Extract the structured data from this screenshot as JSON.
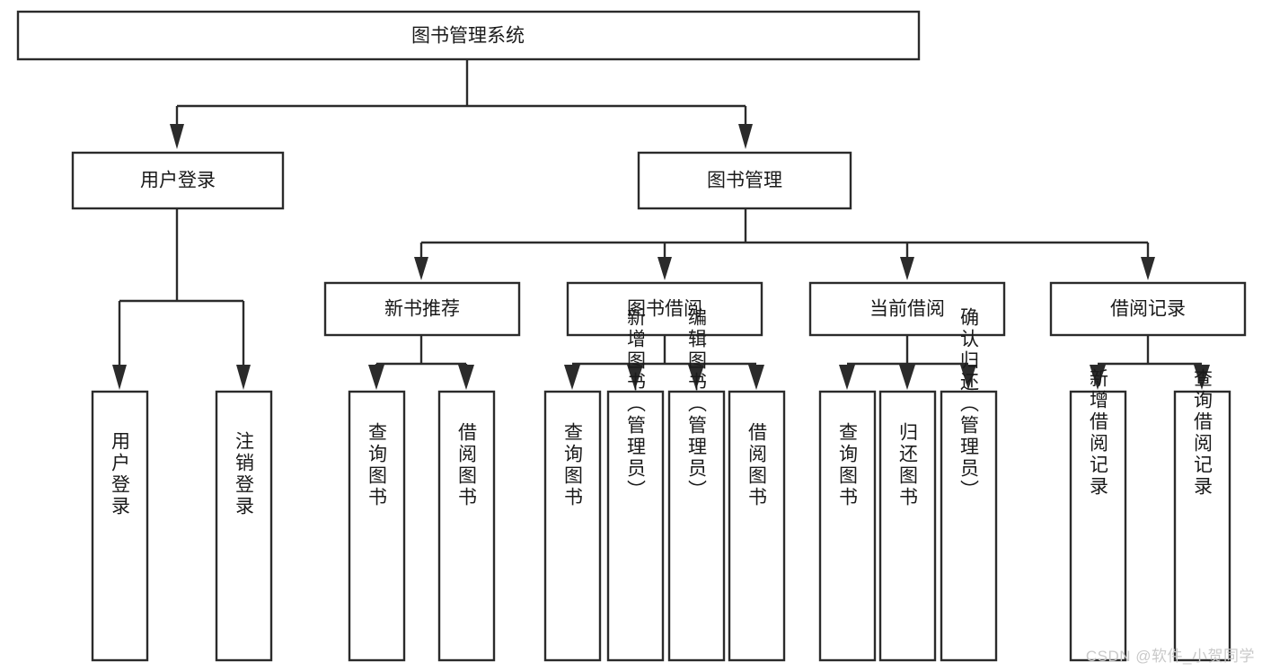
{
  "diagram": {
    "type": "tree-hierarchy",
    "title": "图书管理系统",
    "watermark": "CSDN @软件_小贺同学",
    "colors": {
      "box_fill": "#ffffff",
      "box_stroke": "#2b2b2b",
      "text": "#1a1a1a",
      "background": "#ffffff",
      "watermark": "#c9c9c9"
    },
    "levels": [
      {
        "level": 0,
        "nodes": [
          {
            "id": "root",
            "label": "图书管理系统",
            "orientation": "horizontal"
          }
        ]
      },
      {
        "level": 1,
        "nodes": [
          {
            "id": "user-login",
            "label": "用户登录",
            "orientation": "horizontal",
            "parent": "root"
          },
          {
            "id": "book-manage",
            "label": "图书管理",
            "orientation": "horizontal",
            "parent": "root"
          }
        ]
      },
      {
        "level": 2,
        "nodes": [
          {
            "id": "new-book-recommend",
            "label": "新书推荐",
            "orientation": "horizontal",
            "parent": "book-manage"
          },
          {
            "id": "book-borrow",
            "label": "图书借阅",
            "orientation": "horizontal",
            "parent": "book-manage"
          },
          {
            "id": "current-borrow",
            "label": "当前借阅",
            "orientation": "horizontal",
            "parent": "book-manage"
          },
          {
            "id": "borrow-record",
            "label": "借阅记录",
            "orientation": "horizontal",
            "parent": "book-manage"
          }
        ]
      },
      {
        "level": 3,
        "nodes": [
          {
            "id": "leaf-user-login",
            "label": "用户登录",
            "orientation": "vertical",
            "parent": "user-login"
          },
          {
            "id": "leaf-logout",
            "label": "注销登录",
            "orientation": "vertical",
            "parent": "user-login"
          },
          {
            "id": "leaf-query-book-1",
            "label": "查询图书",
            "orientation": "vertical",
            "parent": "new-book-recommend"
          },
          {
            "id": "leaf-borrow-book-1",
            "label": "借阅图书",
            "orientation": "vertical",
            "parent": "new-book-recommend"
          },
          {
            "id": "leaf-query-book-2",
            "label": "查询图书",
            "orientation": "vertical",
            "parent": "book-borrow"
          },
          {
            "id": "leaf-add-book",
            "label": "新增图书（管理员）",
            "orientation": "vertical",
            "parent": "book-borrow"
          },
          {
            "id": "leaf-edit-book",
            "label": "编辑图书（管理员）",
            "orientation": "vertical",
            "parent": "book-borrow"
          },
          {
            "id": "leaf-borrow-book-2",
            "label": "借阅图书",
            "orientation": "vertical",
            "parent": "book-borrow"
          },
          {
            "id": "leaf-query-book-3",
            "label": "查询图书",
            "orientation": "vertical",
            "parent": "current-borrow"
          },
          {
            "id": "leaf-return-book",
            "label": "归还图书",
            "orientation": "vertical",
            "parent": "current-borrow"
          },
          {
            "id": "leaf-confirm-return",
            "label": "确认归还（管理员）",
            "orientation": "vertical",
            "parent": "current-borrow"
          },
          {
            "id": "leaf-add-record",
            "label": "新增借阅记录",
            "orientation": "vertical",
            "parent": "borrow-record"
          },
          {
            "id": "leaf-query-record",
            "label": "查询借阅记录",
            "orientation": "vertical",
            "parent": "borrow-record"
          }
        ]
      }
    ],
    "labels": {
      "root": "图书管理系统",
      "user_login": "用户登录",
      "book_manage": "图书管理",
      "new_book_recommend": "新书推荐",
      "book_borrow": "图书借阅",
      "current_borrow": "当前借阅",
      "borrow_record": "借阅记录",
      "leaf_user_login": "用户登录",
      "leaf_logout": "注销登录",
      "leaf_query_book_1": "查询图书",
      "leaf_borrow_book_1": "借阅图书",
      "leaf_query_book_2": "查询图书",
      "leaf_add_book": "新增图书（管理员）",
      "leaf_edit_book": "编辑图书（管理员）",
      "leaf_borrow_book_2": "借阅图书",
      "leaf_query_book_3": "查询图书",
      "leaf_return_book": "归还图书",
      "leaf_confirm_return": "确认归还（管理员）",
      "leaf_add_record": "新增借阅记录",
      "leaf_query_record": "查询借阅记录"
    }
  }
}
